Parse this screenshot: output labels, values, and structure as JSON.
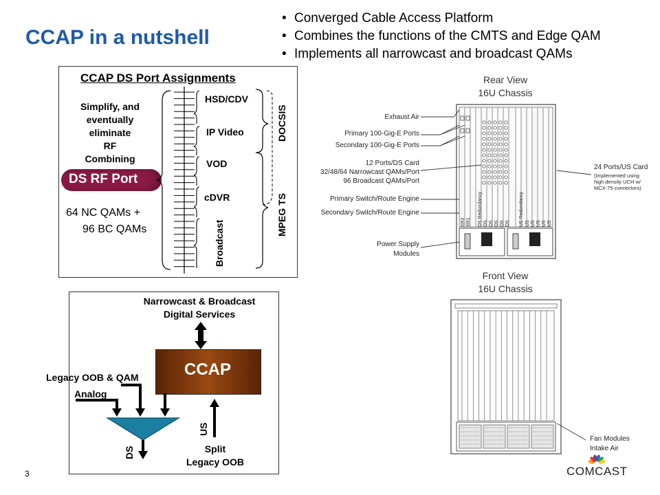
{
  "slide": {
    "title": "CCAP in a nutshell",
    "bullets": [
      "Converged Cable Access Platform",
      "Combines the functions of the CMTS and Edge QAM",
      "Implements all narrowcast and broadcast QAMs"
    ],
    "page_number": "3"
  },
  "port_box": {
    "heading": "CCAP DS Port Assignments",
    "simplify_lines": [
      "Simplify, and",
      "eventually",
      "eliminate",
      "RF",
      "Combining"
    ],
    "ds_rf_port": "DS RF Port",
    "qams_lines": [
      "64 NC QAMs +",
      "96 BC QAMs"
    ],
    "segments": [
      "HSD/CDV",
      "IP Video",
      "VOD",
      "cDVR"
    ],
    "broadcast_label": "Broadcast",
    "docsis_label": "DOCSIS",
    "mpeg_label": "MPEG TS"
  },
  "flow": {
    "services_lines": [
      "Narrowcast & Broadcast",
      "Digital Services"
    ],
    "ccap_label": "CCAP",
    "legacy_label": "Legacy OOB & QAM",
    "analog_label": "Analog",
    "ds_label": "DS",
    "us_label": "US",
    "split_lines": [
      "Split",
      "Legacy OOB"
    ]
  },
  "rear": {
    "heading_lines": [
      "Rear View",
      "16U Chassis"
    ],
    "callouts_left": [
      "Exhaust Air",
      "Primary 100-Gig-E Ports",
      "Secondary 100-Gig-E Ports",
      "12 Ports/DS Card",
      "32/48/64 Narrowcast QAMs/Port",
      "96 Broadcast QAMs/Port",
      "Primary Switch/Route Engine",
      "Secondary Switch/Route Engine",
      "Power Supply",
      "Modules"
    ],
    "callout_right_title": "24 Ports/US Card",
    "callout_right_lines": [
      "(Implemented using",
      "high density UCH w/",
      "MCX-75 connectors)"
    ],
    "slot_labels": [
      "XR2",
      "XR1",
      "DS Redundancy",
      "DS",
      "DS",
      "DS",
      "DS",
      "DS",
      "US Redundancy",
      "US",
      "US",
      "US",
      "US",
      "US"
    ]
  },
  "front": {
    "heading_lines": [
      "Front View",
      "16U Chassis"
    ],
    "callout_lines": [
      "Fan Modules",
      "Intake Air"
    ]
  },
  "brand": {
    "logo_text": "COMCAST",
    "peacock_colors": [
      "#f5a623",
      "#e8372c",
      "#7a3b8f",
      "#1c6fbf",
      "#2aa44b",
      "#f2d21b"
    ]
  },
  "colors": {
    "title_blue": "#1f5aa8",
    "ds_rf_port_fill": "#8b1a44",
    "ccap_fill": "#8a3c0c",
    "combiner_fill": "#1a7fa0"
  }
}
